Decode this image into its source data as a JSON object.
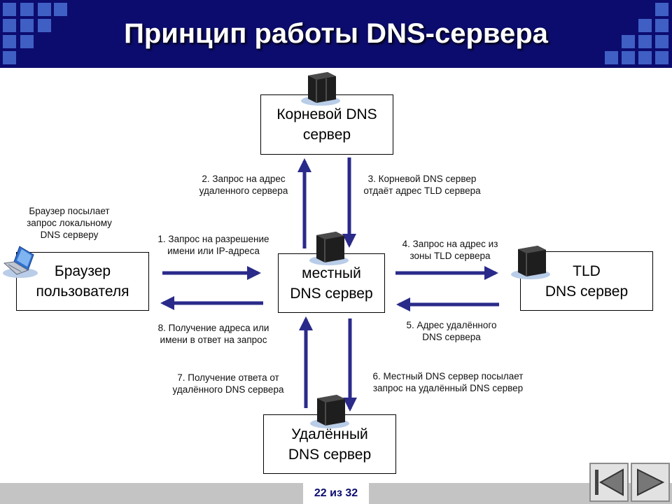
{
  "slide": {
    "title": "Принцип работы DNS-сервера"
  },
  "nodes": {
    "root": [
      "Корневой DNS",
      "сервер"
    ],
    "local": [
      "местный",
      "DNS сервер"
    ],
    "browser": [
      "Браузер",
      "пользователя"
    ],
    "tld": [
      "TLD",
      "DNS сервер"
    ],
    "remote": [
      "Удалённый",
      "DNS сервер"
    ]
  },
  "notes": {
    "browser_intro": [
      "Браузер посылает",
      "запрос локальному",
      "DNS серверу"
    ],
    "step1": [
      "1. Запрос на разрешение",
      "имени или IP-адреса"
    ],
    "step2": [
      "2. Запрос на адрес",
      "удаленного сервера"
    ],
    "step3": [
      "3. Корневой DNS сервер",
      "отдаёт адрес TLD сервера"
    ],
    "step4": [
      "4. Запрос на адрес из",
      "зоны TLD сервера"
    ],
    "step5": [
      "5. Адрес удалённого",
      "DNS сервера"
    ],
    "step6": [
      "6. Местный DNS сервер посылает",
      "запрос на удалённый DNS сервер"
    ],
    "step7": [
      "7. Получение ответа от",
      "удалённого DNS сервера"
    ],
    "step8": [
      "8. Получение адреса или",
      "имени в ответ на запрос"
    ]
  },
  "footer": {
    "page_indicator": "22 из 32"
  },
  "colors": {
    "header_bg": "#0c0c6e",
    "square_accent": "#3f5fc4",
    "arrow": "#2a2a8a"
  },
  "icons": {
    "server": "server-icon",
    "laptop": "laptop-icon",
    "prev": "prev-slide-icon",
    "next": "next-slide-icon"
  }
}
